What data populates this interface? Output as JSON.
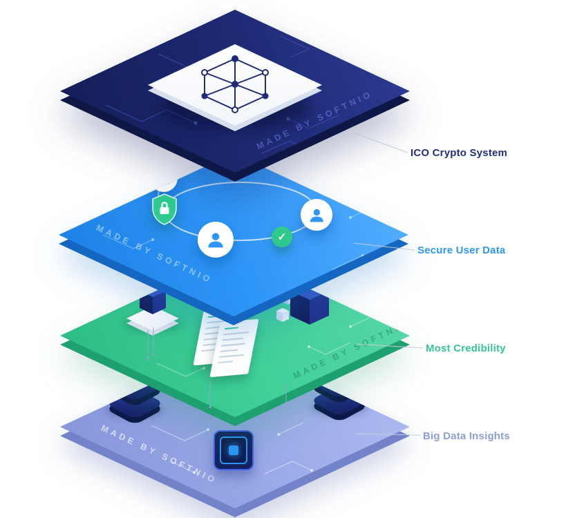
{
  "illustration": {
    "watermark": "MADE BY SOFTNIO",
    "layers": [
      {
        "id": "ico-crypto-system",
        "label": "ICO Crypto System",
        "label_color": "#232f7d",
        "surface_color": "#1e2a74",
        "icons": [
          "blockchain-network-icon"
        ]
      },
      {
        "id": "secure-user-data",
        "label": "Secure User Data",
        "label_color": "#2e96f5",
        "surface_color": "#2e96f8",
        "icons": [
          "user-avatar-icon",
          "security-shield-icon",
          "verified-check-icon"
        ]
      },
      {
        "id": "most-credibility",
        "label": "Most Credibility",
        "label_color": "#35c691",
        "surface_color": "#3ecf97",
        "icons": [
          "cube-icon",
          "document-icon"
        ]
      },
      {
        "id": "big-data-insights",
        "label": "Big Data Insights",
        "label_color": "#8f9eda",
        "surface_color": "#97a6e4",
        "icons": [
          "database-stack-icon",
          "cpu-chip-icon"
        ]
      }
    ],
    "glyphs": {
      "check": "✓"
    }
  }
}
